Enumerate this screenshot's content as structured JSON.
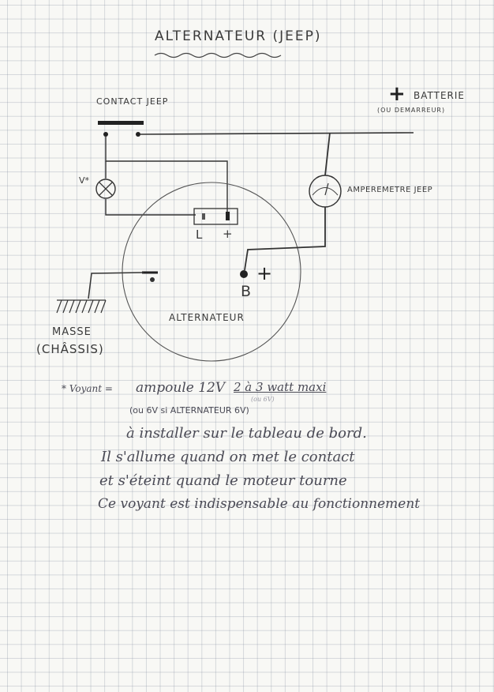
{
  "title": "ALTERNATEUR (JEEP)",
  "labels": {
    "contact": "CONTACT JEEP",
    "batterie_plus": "+",
    "batterie": "BATTERIE",
    "demarreur": "(OU DEMARREUR)",
    "voyant_mark": "V*",
    "amperemetre": "AMPEREMETRE JEEP",
    "term_L": "L",
    "term_plus": "+",
    "term_B": "B",
    "term_B_plus": "+",
    "alternateur": "ALTERNATEUR",
    "masse": "MASSE",
    "chassis": "(CHÂSSIS)"
  },
  "notes": {
    "line1_prefix": "* Voyant =",
    "line1": "ampoule 12V",
    "line1_b": "2 à 3 watt maxi",
    "line1_small": "(ou 6V)",
    "line2": "(ou 6V si ALTERNATEUR 6V)",
    "line3": "à installer sur le tableau de bord.",
    "line4": "Il s'allume quand on met le contact",
    "line5": "et s'éteint quand le moteur tourne",
    "line6": "Ce voyant est indispensable au fonctionnement"
  },
  "colors": {
    "pencil": "#3a3a3a",
    "ink": "#4a4a55"
  }
}
